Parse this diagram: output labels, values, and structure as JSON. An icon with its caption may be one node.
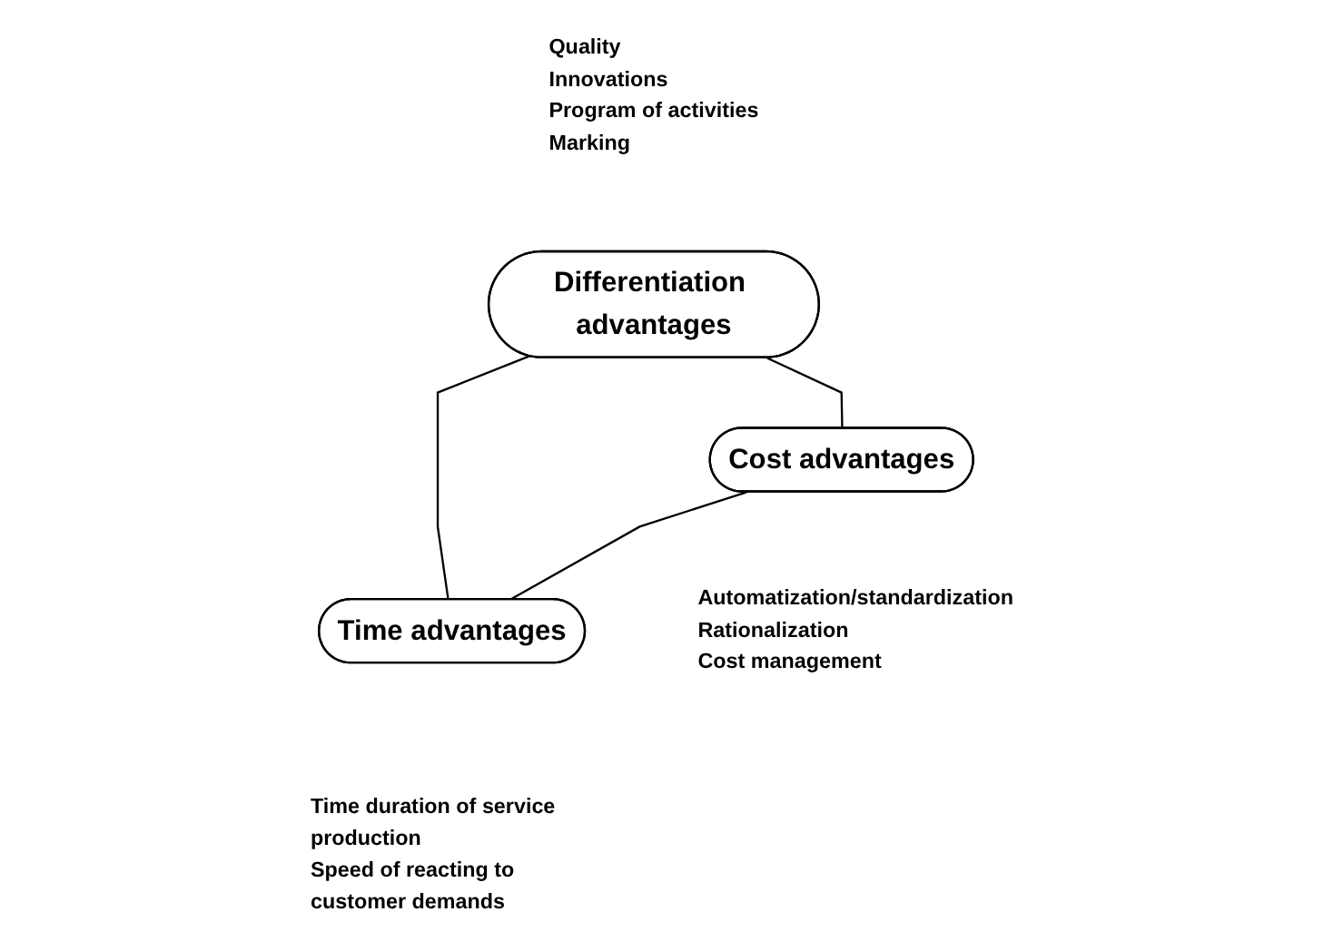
{
  "diagram": {
    "nodes": [
      {
        "text": [
          "Differentiation advantages"
        ],
        "beside": [
          "Quality",
          "Innovations",
          "Program of activities",
          "Marking"
        ]
      },
      {
        "text": [
          "Cost advantages"
        ],
        "beside": [
          "Automatization/standardization",
          "Rationalization",
          "Cost management"
        ]
      },
      {
        "text": [
          "Time advantages"
        ],
        "beside": [
          "Time duration of service production",
          "Speed of reacting to customer demands"
        ]
      }
    ],
    "edges": [
      {
        "from": 0,
        "to": 1,
        "arrow": "none"
      },
      {
        "from": 0,
        "to": 2,
        "arrow": "none"
      },
      {
        "from": 1,
        "to": 2,
        "arrow": "none"
      }
    ]
  }
}
